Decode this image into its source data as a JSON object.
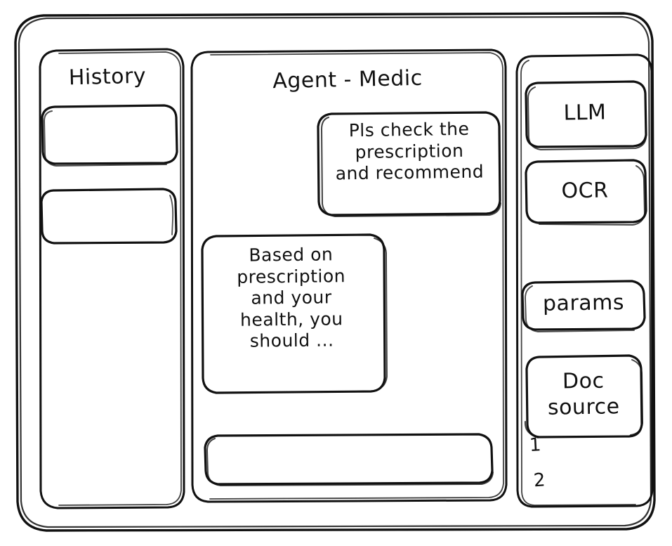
{
  "window": {
    "frame_name": "app-window",
    "background": "#ffffff",
    "stroke_color": "#111111",
    "style": "hand-drawn-wireframe"
  },
  "sidebar_left": {
    "title": "History",
    "items": [
      {
        "label": "",
        "name": "history-item-1"
      },
      {
        "label": "",
        "name": "history-item-2"
      }
    ]
  },
  "main": {
    "title": "Agent - Medic",
    "messages": [
      {
        "role": "user",
        "align": "right",
        "text": "Pls check the\nprescription\nand recommend"
      },
      {
        "role": "assistant",
        "align": "left",
        "text": "Based on\nprescription\nand your\nhealth, you\nshould ..."
      }
    ],
    "composer": {
      "value": "",
      "placeholder": ""
    }
  },
  "sidebar_right": {
    "buttons": [
      {
        "label": "LLM",
        "name": "llm-button"
      },
      {
        "label": "OCR",
        "name": "ocr-button"
      },
      {
        "label": "params",
        "name": "params-button"
      },
      {
        "label": "Doc\nsource",
        "name": "doc-source-button"
      }
    ],
    "doc_list": [
      {
        "label": "1"
      },
      {
        "label": "2"
      }
    ]
  }
}
